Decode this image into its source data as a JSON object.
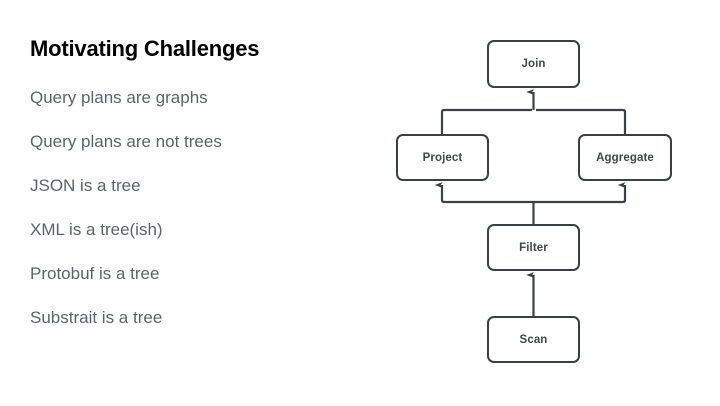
{
  "slide": {
    "title": "Motivating Challenges",
    "background_color": "#ffffff",
    "bullets": [
      "Query plans are graphs",
      "Query plans are not trees",
      "JSON is a tree",
      "XML is a tree(ish)",
      "Protobuf is a tree",
      "Substrait is a tree"
    ],
    "title_color": "#000000",
    "bullet_color": "#5f6368"
  },
  "diagram": {
    "name": "query-plan-dag",
    "stroke_color": "#3d4043",
    "node_fill": "#ffffff",
    "node_text_color": "#444746",
    "nodes": [
      {
        "id": "join",
        "label": "Join"
      },
      {
        "id": "project",
        "label": "Project"
      },
      {
        "id": "aggregate",
        "label": "Aggregate"
      },
      {
        "id": "filter",
        "label": "Filter"
      },
      {
        "id": "scan",
        "label": "Scan"
      }
    ],
    "edges": [
      {
        "from": "project",
        "to": "join",
        "arrow": "up"
      },
      {
        "from": "aggregate",
        "to": "join",
        "arrow": "up"
      },
      {
        "from": "filter",
        "to": "project",
        "arrow": "up"
      },
      {
        "from": "filter",
        "to": "aggregate",
        "arrow": "up"
      },
      {
        "from": "scan",
        "to": "filter",
        "arrow": "up"
      }
    ]
  }
}
